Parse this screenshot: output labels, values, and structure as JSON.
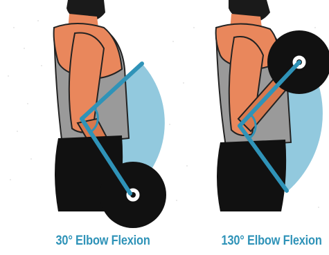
{
  "figure": {
    "panels": [
      {
        "caption": "30° Elbow Flexion",
        "angle_deg": 30
      },
      {
        "caption": "130° Elbow Flexion",
        "angle_deg": 130
      }
    ],
    "colors": {
      "skin": "#e9875c",
      "skin_shadow": "#c96a45",
      "shirt": "#9a9a9a",
      "shorts": "#111111",
      "barbell": "#111111",
      "angle_fill": "#7fc0d8",
      "angle_line": "#2f93b8",
      "caption": "#2f93b8"
    }
  }
}
